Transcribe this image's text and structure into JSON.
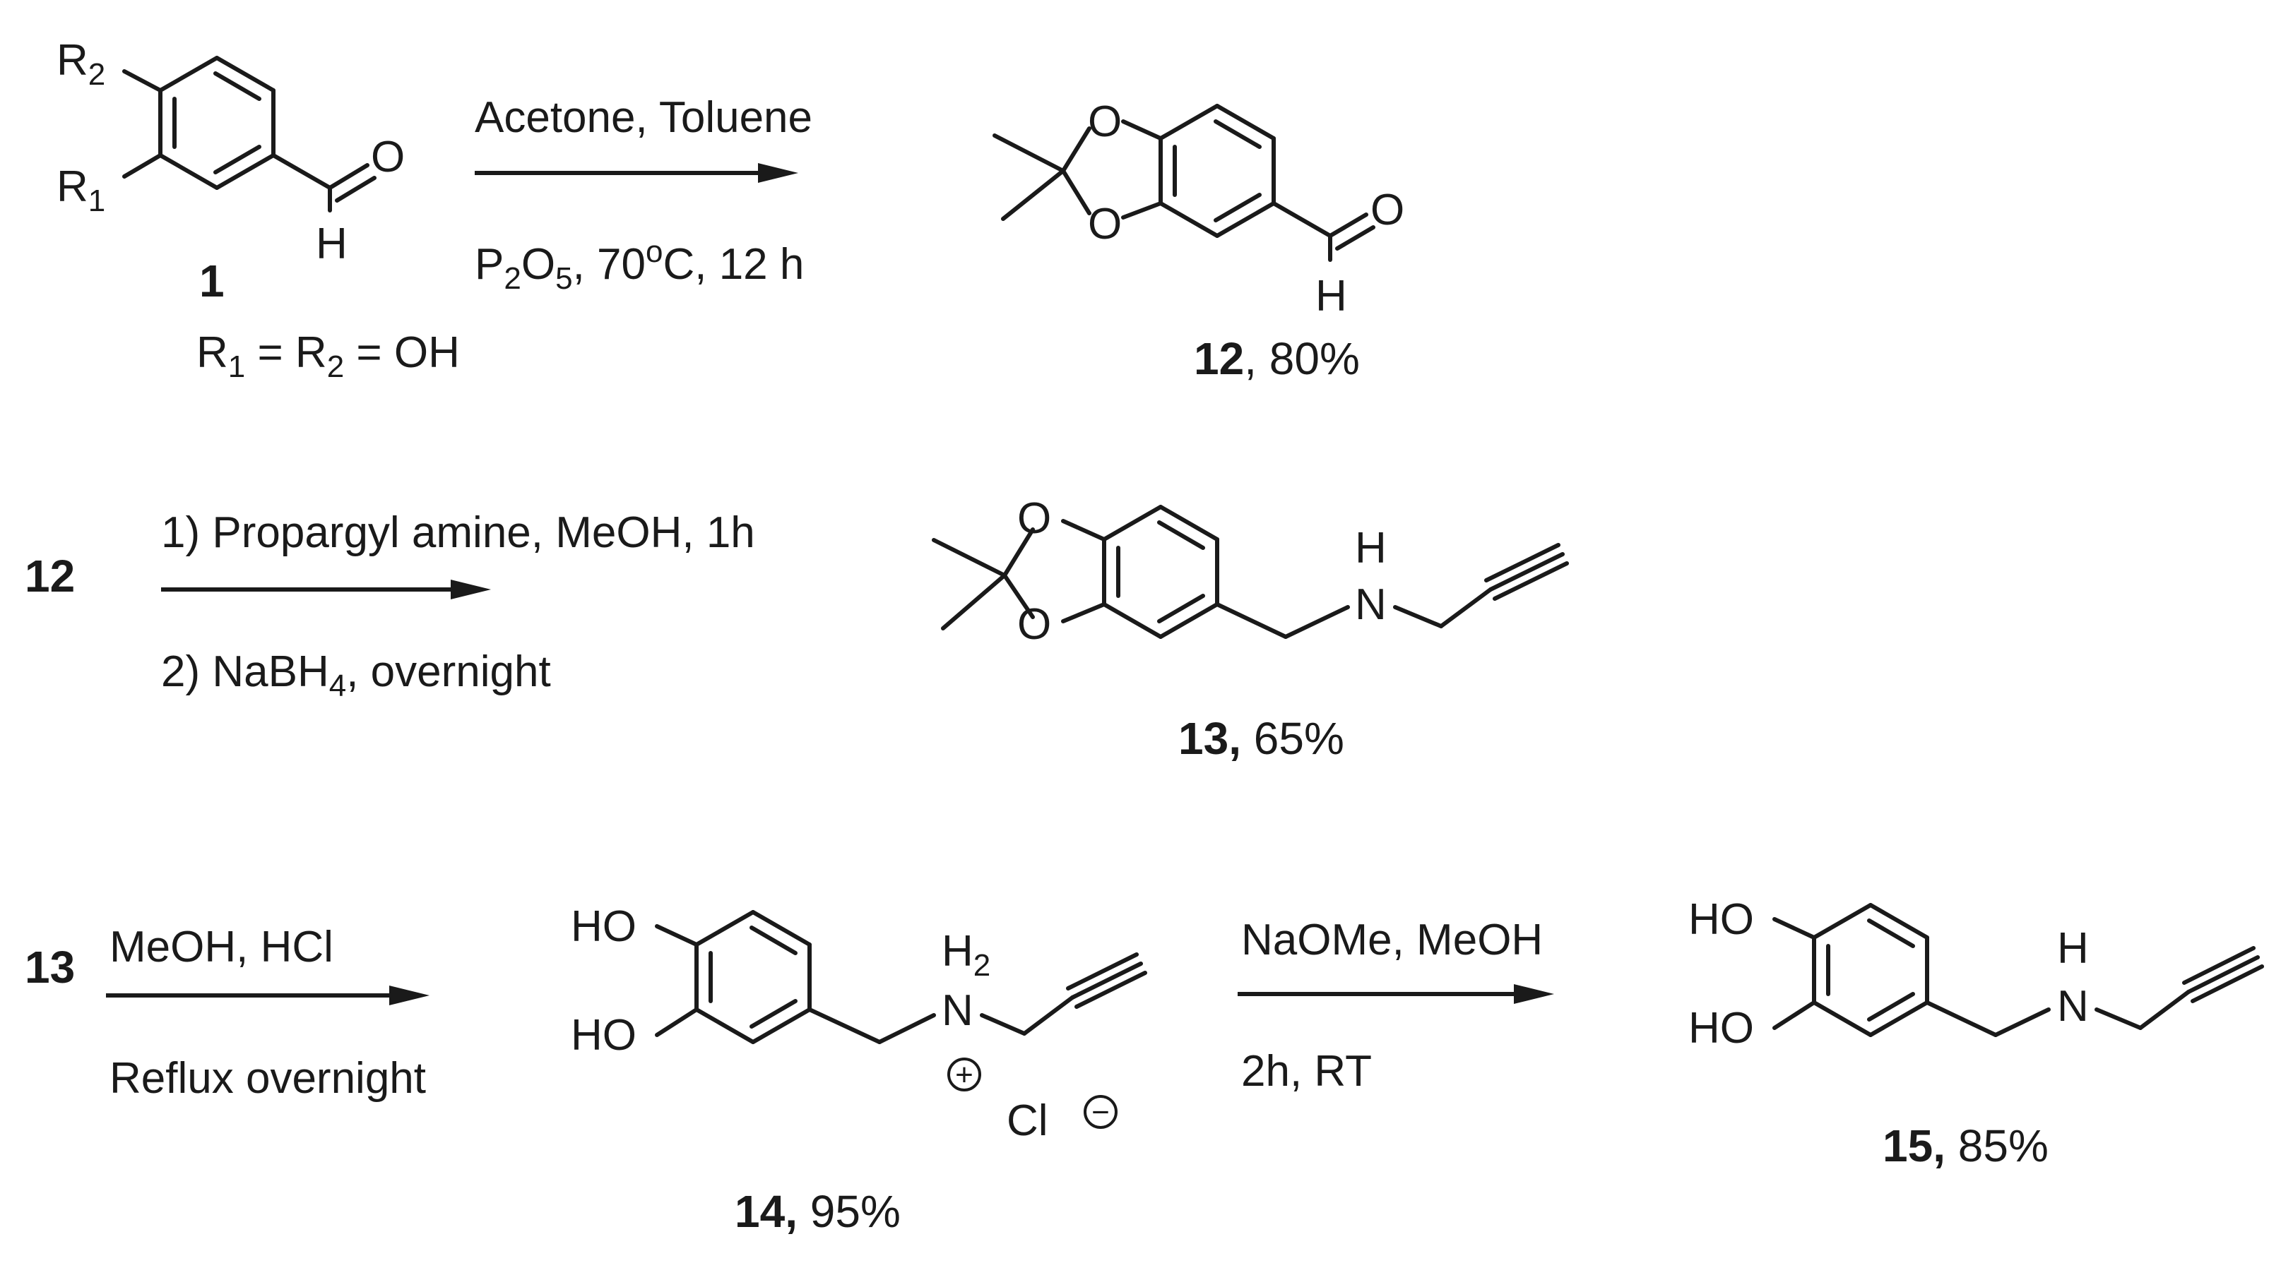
{
  "steps": [
    {
      "reagents_above": "Acetone, Toluene",
      "reagents_below": {
        "p": "P",
        "p_sub": "2",
        "o": "O",
        "o_sub": "5",
        "temp": ", 70",
        "deg": "o",
        "rest": "C, 12 h"
      }
    },
    {
      "start_label": "12",
      "reagents_above": "1) Propargyl amine, MeOH, 1h",
      "reagents_below": {
        "text": "2) NaBH",
        "sub": "4",
        "rest": ", overnight"
      }
    },
    {
      "start_label": "13",
      "reagents_above": "MeOH, HCl",
      "reagents_below": "Reflux overnight"
    },
    {
      "reagents_above": "NaOMe, MeOH",
      "reagents_below": "2h, RT"
    }
  ],
  "compounds": {
    "c1": {
      "number": "1",
      "condition": {
        "r": "R",
        "sub1": "1",
        "eq": " = R",
        "sub2": "2",
        "rest": " = OH"
      },
      "atoms": {
        "r1": "R",
        "r1_sub": "1",
        "r2": "R",
        "r2_sub": "2",
        "o": "O",
        "h": "H"
      }
    },
    "c12": {
      "number": "12",
      "yield": ", 80%",
      "atoms": {
        "o1": "O",
        "o2": "O",
        "o3": "O",
        "h": "H"
      }
    },
    "c13": {
      "number": "13,",
      "yield": " 65%",
      "atoms": {
        "o1": "O",
        "o2": "O",
        "n": "N",
        "h": "H"
      }
    },
    "c14": {
      "number": "14,",
      "yield": " 95%",
      "atoms": {
        "ho1": "HO",
        "ho2": "HO",
        "n": "N",
        "h": "H",
        "h_sub": "2",
        "plus": "+",
        "cl": "Cl",
        "minus": "−"
      }
    },
    "c15": {
      "number": "15,",
      "yield": " 85%",
      "atoms": {
        "ho1": "HO",
        "ho2": "HO",
        "n": "N",
        "h": "H"
      }
    }
  }
}
